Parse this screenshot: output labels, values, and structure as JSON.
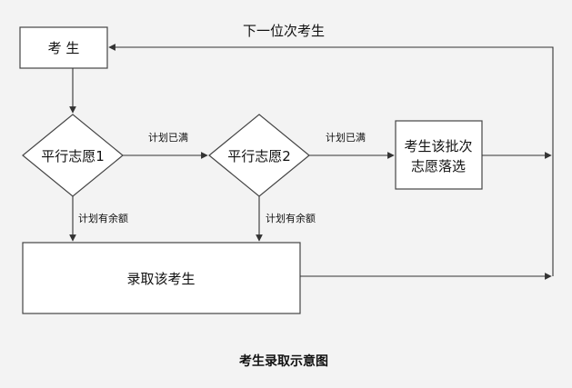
{
  "nodes": {
    "examinee": "考 生",
    "parallel1": "平行志愿1",
    "parallel2": "平行志愿2",
    "drop_line1": "考生该批次",
    "drop_line2": "志愿落选",
    "admit": "录取该考生"
  },
  "edges": {
    "next_examinee": "下一位次考生",
    "plan_full_1": "计划已满",
    "plan_full_2": "计划已满",
    "plan_left_1": "计划有余额",
    "plan_left_2": "计划有余额"
  },
  "caption": "考生录取示意图"
}
